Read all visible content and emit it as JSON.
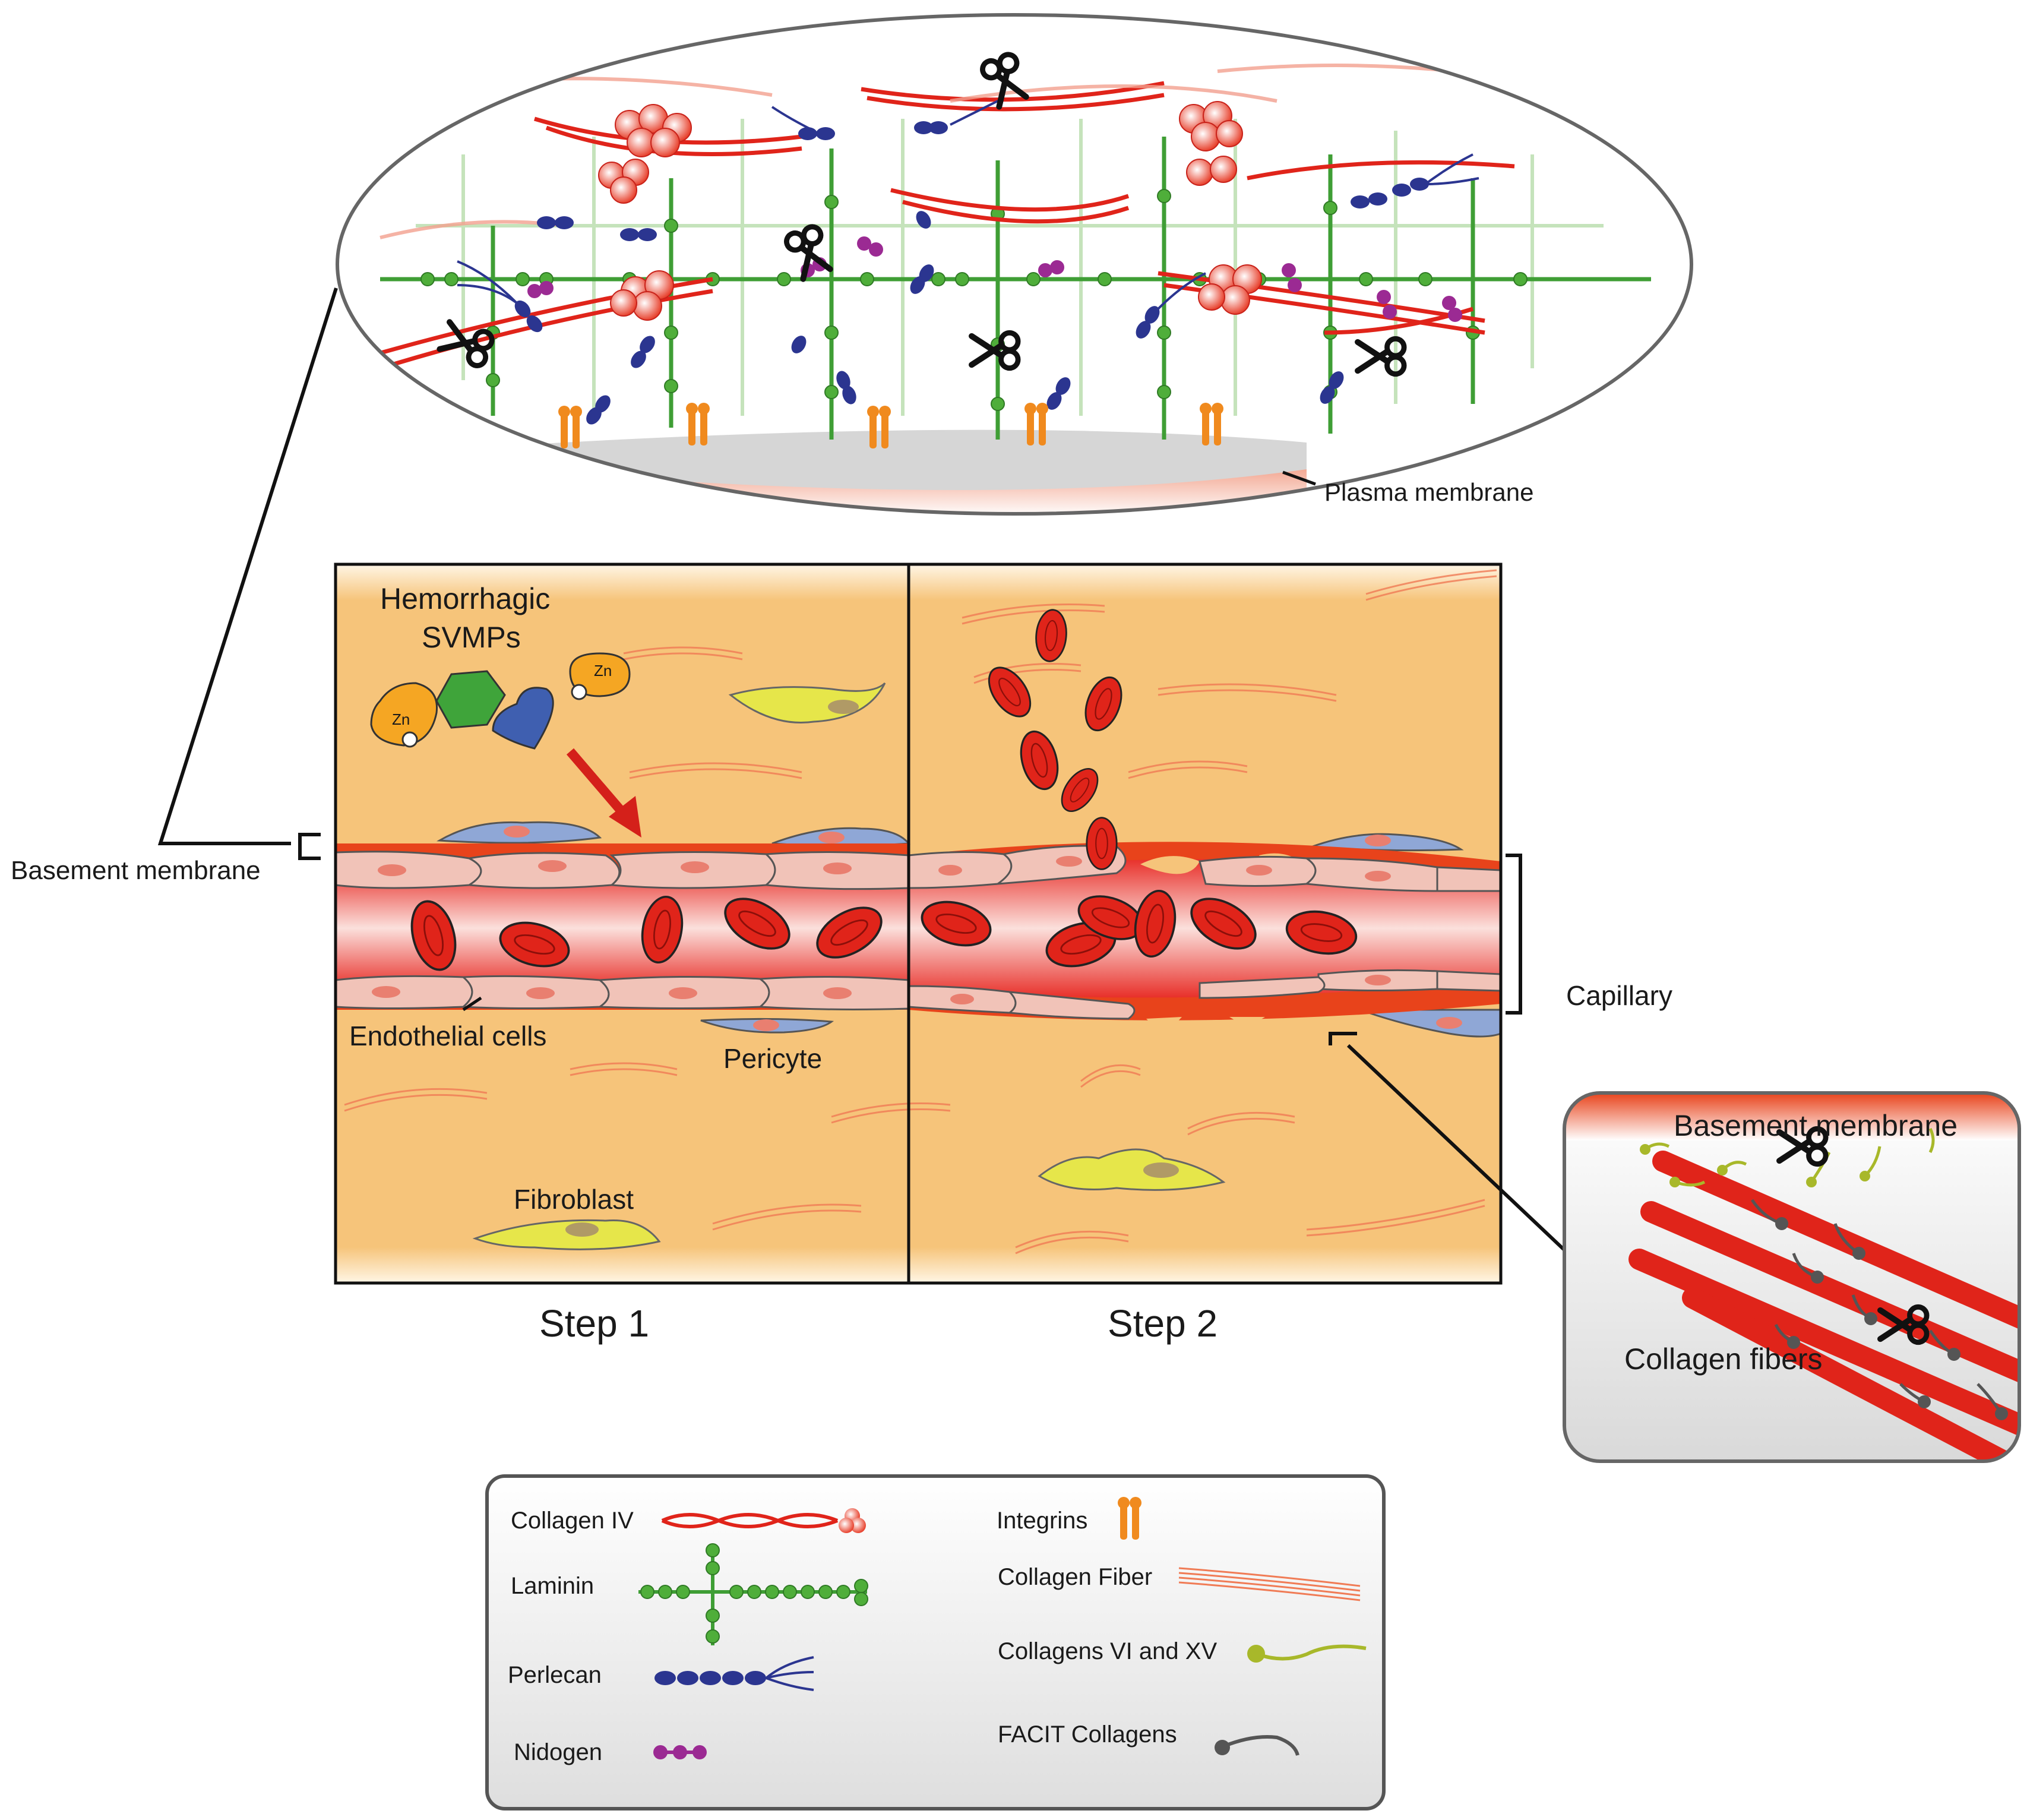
{
  "labels": {
    "plasma_membrane": "Plasma membrane",
    "basement_membrane_left": "Basement membrane",
    "hemorrhagic_line1": "Hemorrhagic",
    "hemorrhagic_line2": "SVMPs",
    "zn": "Zn",
    "endothelial_cells": "Endothelial cells",
    "pericyte": "Pericyte",
    "fibroblast": "Fibroblast",
    "capillary": "Capillary",
    "step1": "Step 1",
    "step2": "Step 2",
    "inset_basement_membrane": "Basement membrane",
    "inset_collagen_fibers": "Collagen fibers"
  },
  "legend": {
    "collagen_iv": "Collagen IV",
    "laminin": "Laminin",
    "perlecan": "Perlecan",
    "nidogen": "Nidogen",
    "integrins": "Integrins",
    "collagen_fiber": "Collagen Fiber",
    "collagens_vi_xv": "Collagens VI and XV",
    "facit": "FACIT Collagens"
  },
  "colors": {
    "tissue": "#f6c47a",
    "collagen_red": "#e8231b",
    "laminin_green": "#4fae3a",
    "perlecan_blue": "#2b3590",
    "nidogen_purple": "#9b2a93",
    "integrin_orange": "#f08a1e",
    "endothelial_pink": "#f1c3b8",
    "pericyte_blue": "#8fa7d6",
    "fibroblast_yellow": "#e6e64a",
    "svmp_orange": "#f5a623",
    "svmp_green": "#3fa43a",
    "svmp_blue": "#3f5fb0",
    "facit_gray": "#555555",
    "collagen_vi_xv": "#a8b82a"
  }
}
